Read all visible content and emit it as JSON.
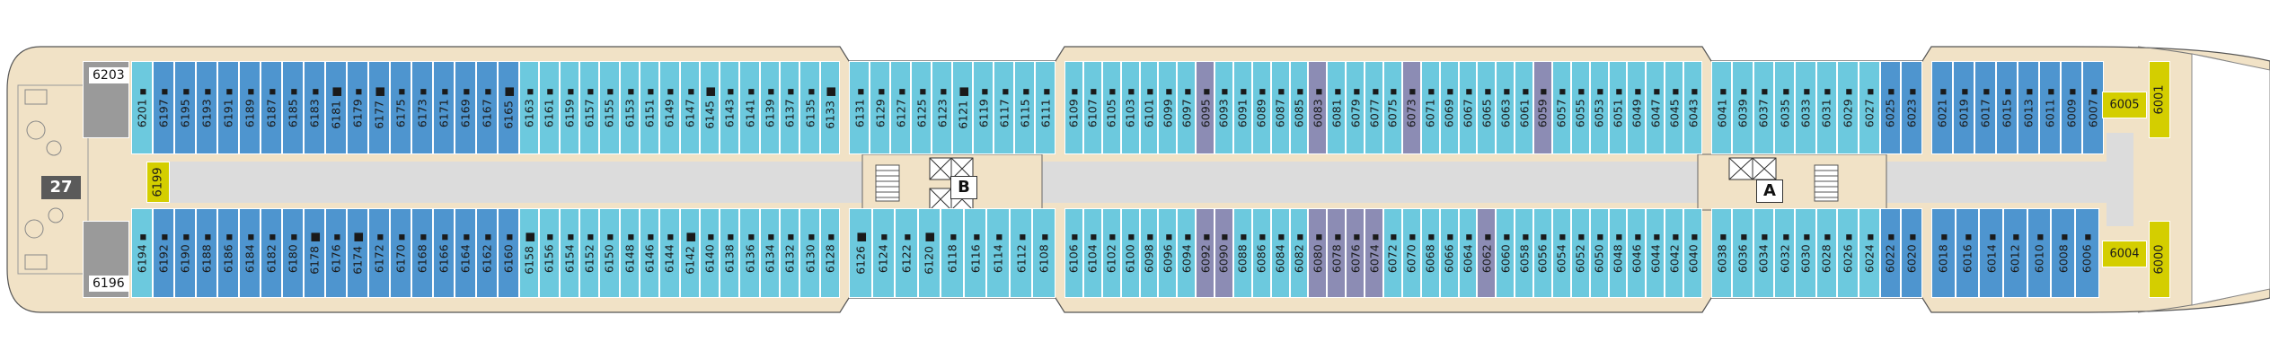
{
  "colors": {
    "hull": "#f1e2c6",
    "hull_outline": "#555555",
    "corridor": "#dcdcdc",
    "cabin_light": "#6cc9de",
    "cabin_mid": "#4e95cf",
    "cabin_dark": "#3b69ad",
    "cabin_grey": "#8c8cb4",
    "suite": "#9a9a9a",
    "yellow": "#d4ce00",
    "deck_badge": "#5a5a5a"
  },
  "deck_number": "27",
  "stairwells": {
    "aft": "B",
    "forward": "A"
  },
  "suites": {
    "upper": "6203",
    "lower": "6196"
  },
  "yellow_labels": {
    "aft_corridor": "6199",
    "fwd_upper": "6005",
    "fwd_lower": "6004",
    "bow_upper": "6001",
    "bow_lower": "6000"
  },
  "upper_row": [
    {
      "n": "6201",
      "c": "light"
    },
    {
      "n": "6197",
      "c": "mid"
    },
    {
      "n": "6195",
      "c": "mid"
    },
    {
      "n": "6193",
      "c": "mid"
    },
    {
      "n": "6191",
      "c": "mid"
    },
    {
      "n": "6189",
      "c": "mid"
    },
    {
      "n": "6187",
      "c": "mid"
    },
    {
      "n": "6185",
      "c": "mid"
    },
    {
      "n": "6183",
      "c": "mid"
    },
    {
      "n": "6181",
      "c": "mid",
      "m": true
    },
    {
      "n": "6179",
      "c": "mid"
    },
    {
      "n": "6177",
      "c": "mid",
      "m": true
    },
    {
      "n": "6175",
      "c": "mid"
    },
    {
      "n": "6173",
      "c": "mid"
    },
    {
      "n": "6171",
      "c": "mid"
    },
    {
      "n": "6169",
      "c": "mid"
    },
    {
      "n": "6167",
      "c": "mid"
    },
    {
      "n": "6165",
      "c": "mid",
      "m": true
    },
    {
      "n": "6163",
      "c": "light"
    },
    {
      "n": "6161",
      "c": "light"
    },
    {
      "n": "6159",
      "c": "light"
    },
    {
      "n": "6157",
      "c": "light"
    },
    {
      "n": "6155",
      "c": "light"
    },
    {
      "n": "6153",
      "c": "light"
    },
    {
      "n": "6151",
      "c": "light"
    },
    {
      "n": "6149",
      "c": "light"
    },
    {
      "n": "6147",
      "c": "light"
    },
    {
      "n": "6145",
      "c": "light",
      "m": true
    },
    {
      "n": "6143",
      "c": "light"
    },
    {
      "n": "6141",
      "c": "light"
    },
    {
      "n": "6139",
      "c": "light"
    },
    {
      "n": "6137",
      "c": "light"
    },
    {
      "n": "6135",
      "c": "light"
    },
    {
      "n": "6133",
      "c": "light",
      "m": true
    },
    {
      "n": "6131",
      "c": "light"
    },
    {
      "n": "6129",
      "c": "light"
    },
    {
      "n": "6127",
      "c": "light"
    },
    {
      "n": "6125",
      "c": "light"
    },
    {
      "n": "6123",
      "c": "light"
    },
    {
      "n": "6121",
      "c": "light",
      "m": true
    },
    {
      "n": "6119",
      "c": "light"
    },
    {
      "n": "6117",
      "c": "light"
    },
    {
      "n": "6115",
      "c": "light"
    },
    {
      "n": "6111",
      "c": "light"
    },
    {
      "n": "6109",
      "c": "light"
    },
    {
      "n": "6107",
      "c": "light"
    },
    {
      "n": "6105",
      "c": "light"
    },
    {
      "n": "6103",
      "c": "light"
    },
    {
      "n": "6101",
      "c": "light"
    },
    {
      "n": "6099",
      "c": "light"
    },
    {
      "n": "6097",
      "c": "light"
    },
    {
      "n": "6095",
      "c": "grey"
    },
    {
      "n": "6093",
      "c": "light"
    },
    {
      "n": "6091",
      "c": "light"
    },
    {
      "n": "6089",
      "c": "light"
    },
    {
      "n": "6087",
      "c": "light"
    },
    {
      "n": "6085",
      "c": "light"
    },
    {
      "n": "6083",
      "c": "grey"
    },
    {
      "n": "6081",
      "c": "light"
    },
    {
      "n": "6079",
      "c": "light"
    },
    {
      "n": "6077",
      "c": "light"
    },
    {
      "n": "6075",
      "c": "light"
    },
    {
      "n": "6073",
      "c": "grey"
    },
    {
      "n": "6071",
      "c": "light"
    },
    {
      "n": "6069",
      "c": "light"
    },
    {
      "n": "6067",
      "c": "light"
    },
    {
      "n": "6065",
      "c": "light"
    },
    {
      "n": "6063",
      "c": "light"
    },
    {
      "n": "6061",
      "c": "light"
    },
    {
      "n": "6059",
      "c": "grey"
    },
    {
      "n": "6057",
      "c": "light"
    },
    {
      "n": "6055",
      "c": "light"
    },
    {
      "n": "6053",
      "c": "light"
    },
    {
      "n": "6051",
      "c": "light"
    },
    {
      "n": "6049",
      "c": "light"
    },
    {
      "n": "6047",
      "c": "light"
    },
    {
      "n": "6045",
      "c": "light"
    },
    {
      "n": "6043",
      "c": "light"
    },
    {
      "n": "6041",
      "c": "light"
    },
    {
      "n": "6039",
      "c": "light"
    },
    {
      "n": "6037",
      "c": "light"
    },
    {
      "n": "6035",
      "c": "light"
    },
    {
      "n": "6033",
      "c": "light"
    },
    {
      "n": "6031",
      "c": "light"
    },
    {
      "n": "6029",
      "c": "light"
    },
    {
      "n": "6027",
      "c": "light"
    },
    {
      "n": "6025",
      "c": "mid"
    },
    {
      "n": "6023",
      "c": "mid"
    },
    {
      "n": "6021",
      "c": "mid"
    },
    {
      "n": "6019",
      "c": "mid"
    },
    {
      "n": "6017",
      "c": "mid"
    },
    {
      "n": "6015",
      "c": "mid"
    },
    {
      "n": "6013",
      "c": "mid"
    },
    {
      "n": "6011",
      "c": "mid"
    },
    {
      "n": "6009",
      "c": "mid"
    },
    {
      "n": "6007",
      "c": "mid"
    }
  ],
  "lower_row": [
    {
      "n": "6194",
      "c": "light"
    },
    {
      "n": "6192",
      "c": "mid"
    },
    {
      "n": "6190",
      "c": "mid"
    },
    {
      "n": "6188",
      "c": "mid"
    },
    {
      "n": "6186",
      "c": "mid"
    },
    {
      "n": "6184",
      "c": "mid"
    },
    {
      "n": "6182",
      "c": "mid"
    },
    {
      "n": "6180",
      "c": "mid"
    },
    {
      "n": "6178",
      "c": "mid",
      "m": true
    },
    {
      "n": "6176",
      "c": "mid"
    },
    {
      "n": "6174",
      "c": "mid",
      "m": true
    },
    {
      "n": "6172",
      "c": "mid"
    },
    {
      "n": "6170",
      "c": "mid"
    },
    {
      "n": "6168",
      "c": "mid"
    },
    {
      "n": "6166",
      "c": "mid"
    },
    {
      "n": "6164",
      "c": "mid"
    },
    {
      "n": "6162",
      "c": "mid"
    },
    {
      "n": "6160",
      "c": "mid"
    },
    {
      "n": "6158",
      "c": "light",
      "m": true
    },
    {
      "n": "6156",
      "c": "light"
    },
    {
      "n": "6154",
      "c": "light"
    },
    {
      "n": "6152",
      "c": "light"
    },
    {
      "n": "6150",
      "c": "light"
    },
    {
      "n": "6148",
      "c": "light"
    },
    {
      "n": "6146",
      "c": "light"
    },
    {
      "n": "6144",
      "c": "light"
    },
    {
      "n": "6142",
      "c": "light",
      "m": true
    },
    {
      "n": "6140",
      "c": "light"
    },
    {
      "n": "6138",
      "c": "light"
    },
    {
      "n": "6136",
      "c": "light"
    },
    {
      "n": "6134",
      "c": "light"
    },
    {
      "n": "6132",
      "c": "light"
    },
    {
      "n": "6130",
      "c": "light"
    },
    {
      "n": "6128",
      "c": "light"
    },
    {
      "n": "6126",
      "c": "light",
      "m": true
    },
    {
      "n": "6124",
      "c": "light"
    },
    {
      "n": "6122",
      "c": "light"
    },
    {
      "n": "6120",
      "c": "light",
      "m": true
    },
    {
      "n": "6118",
      "c": "light"
    },
    {
      "n": "6116",
      "c": "light"
    },
    {
      "n": "6114",
      "c": "light"
    },
    {
      "n": "6112",
      "c": "light"
    },
    {
      "n": "6108",
      "c": "light"
    },
    {
      "n": "6106",
      "c": "light"
    },
    {
      "n": "6104",
      "c": "light"
    },
    {
      "n": "6102",
      "c": "light"
    },
    {
      "n": "6100",
      "c": "light"
    },
    {
      "n": "6098",
      "c": "light"
    },
    {
      "n": "6096",
      "c": "light"
    },
    {
      "n": "6094",
      "c": "light"
    },
    {
      "n": "6092",
      "c": "grey"
    },
    {
      "n": "6090",
      "c": "grey"
    },
    {
      "n": "6088",
      "c": "light"
    },
    {
      "n": "6086",
      "c": "light"
    },
    {
      "n": "6084",
      "c": "light"
    },
    {
      "n": "6082",
      "c": "light"
    },
    {
      "n": "6080",
      "c": "grey"
    },
    {
      "n": "6078",
      "c": "grey"
    },
    {
      "n": "6076",
      "c": "grey"
    },
    {
      "n": "6074",
      "c": "grey"
    },
    {
      "n": "6072",
      "c": "light"
    },
    {
      "n": "6070",
      "c": "light"
    },
    {
      "n": "6068",
      "c": "light"
    },
    {
      "n": "6066",
      "c": "light"
    },
    {
      "n": "6064",
      "c": "light"
    },
    {
      "n": "6062",
      "c": "grey"
    },
    {
      "n": "6060",
      "c": "light"
    },
    {
      "n": "6058",
      "c": "light"
    },
    {
      "n": "6056",
      "c": "light"
    },
    {
      "n": "6054",
      "c": "light"
    },
    {
      "n": "6052",
      "c": "light"
    },
    {
      "n": "6050",
      "c": "light"
    },
    {
      "n": "6048",
      "c": "light"
    },
    {
      "n": "6046",
      "c": "light"
    },
    {
      "n": "6044",
      "c": "light"
    },
    {
      "n": "6042",
      "c": "light"
    },
    {
      "n": "6040",
      "c": "light"
    },
    {
      "n": "6038",
      "c": "light"
    },
    {
      "n": "6036",
      "c": "light"
    },
    {
      "n": "6034",
      "c": "light"
    },
    {
      "n": "6032",
      "c": "light"
    },
    {
      "n": "6030",
      "c": "light"
    },
    {
      "n": "6028",
      "c": "light"
    },
    {
      "n": "6026",
      "c": "light"
    },
    {
      "n": "6024",
      "c": "light"
    },
    {
      "n": "6022",
      "c": "mid"
    },
    {
      "n": "6020",
      "c": "mid"
    },
    {
      "n": "6018",
      "c": "mid"
    },
    {
      "n": "6016",
      "c": "mid"
    },
    {
      "n": "6014",
      "c": "mid"
    },
    {
      "n": "6012",
      "c": "mid"
    },
    {
      "n": "6010",
      "c": "mid"
    },
    {
      "n": "6008",
      "c": "mid"
    },
    {
      "n": "6006",
      "c": "mid"
    }
  ]
}
